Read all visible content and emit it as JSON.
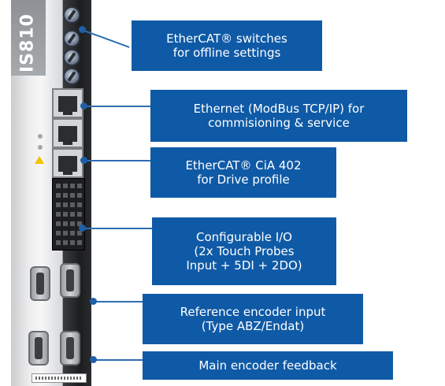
{
  "device": {
    "model": "IS810",
    "icons": [
      "rotary-switch-icon",
      "ethernet-port-icon",
      "warning-icon",
      "terminal-block-icon",
      "d-sub-connector-icon"
    ]
  },
  "callouts": [
    {
      "id": "ethercat-switches",
      "lines": [
        "EtherCAT® switches",
        "for offline settings"
      ]
    },
    {
      "id": "ethernet",
      "lines": [
        "Ethernet (ModBus TCP/IP) for",
        "commisioning & service"
      ]
    },
    {
      "id": "ethercat-cia402",
      "lines": [
        "EtherCAT® CiA 402",
        "for Drive profile"
      ]
    },
    {
      "id": "configurable-io",
      "lines": [
        "Configurable I/O",
        "(2x Touch Probes",
        "Input + 5DI + 2DO)"
      ]
    },
    {
      "id": "reference-encoder",
      "lines": [
        "Reference encoder input",
        "(Type ABZ/Endat)"
      ]
    },
    {
      "id": "main-encoder",
      "lines": [
        "Main encoder feedback"
      ]
    }
  ],
  "colors": {
    "callout_bg": "#0f5aa6",
    "leader": "#2f6db3",
    "device_side": "#1c1d1f"
  }
}
